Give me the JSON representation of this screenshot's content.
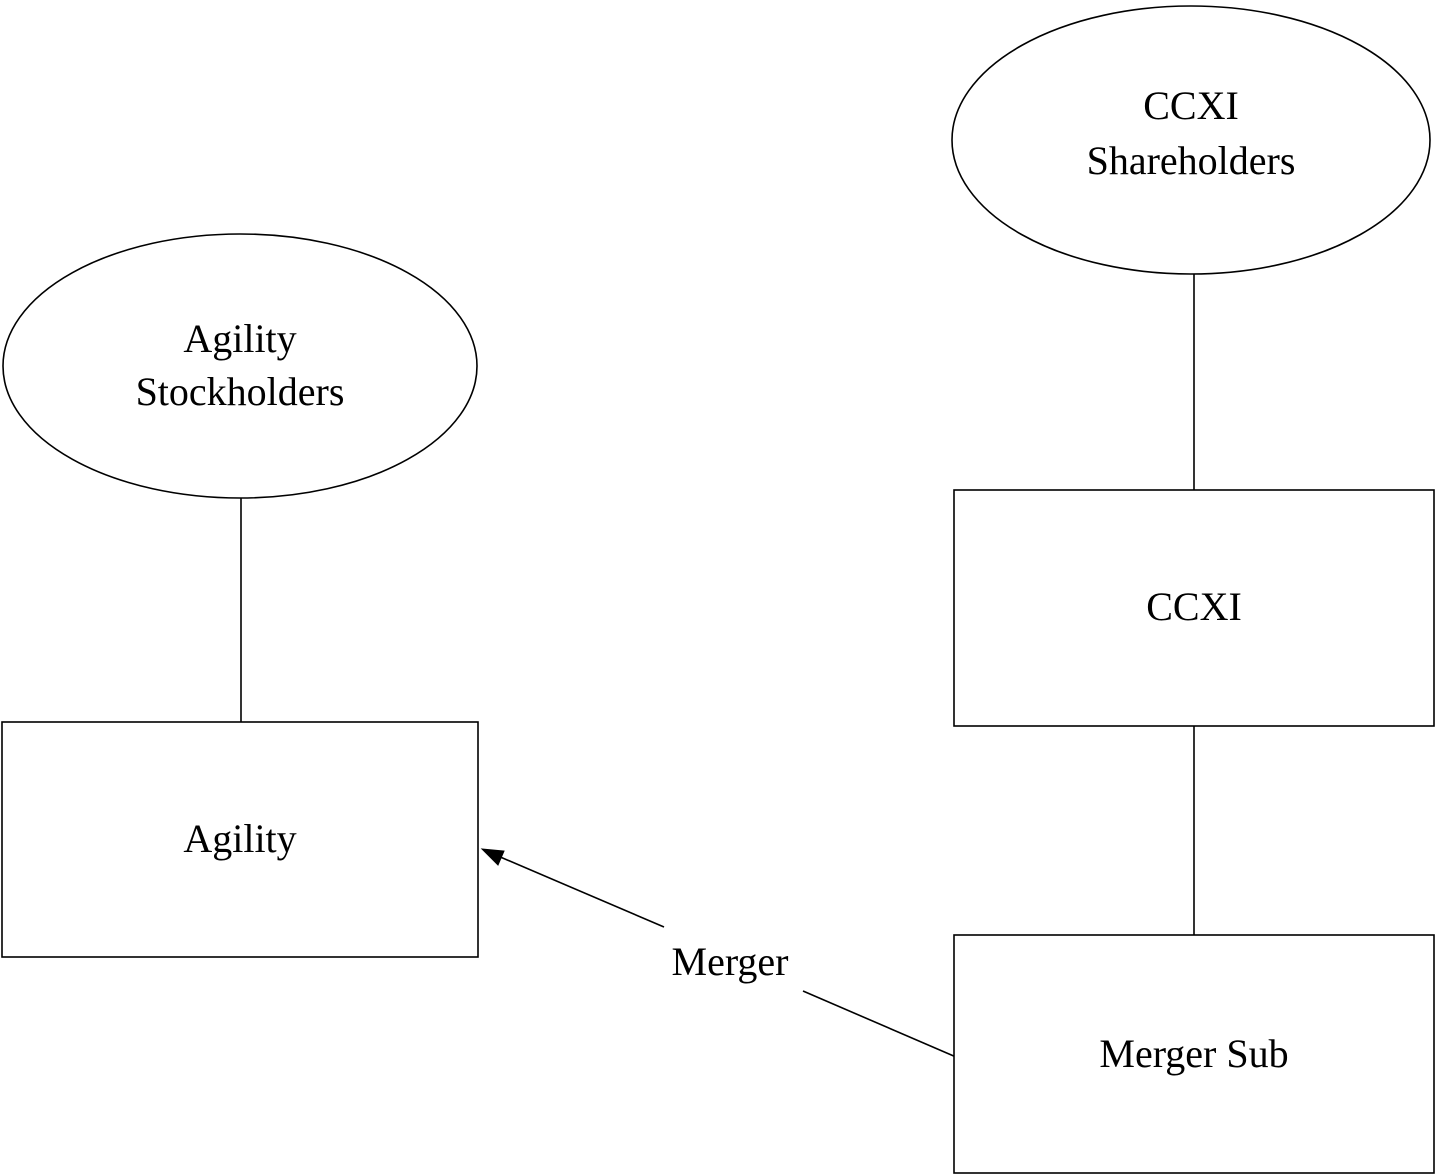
{
  "nodes": {
    "agility_stockholders": {
      "line1": "Agility",
      "line2": "Stockholders"
    },
    "agility": {
      "label": "Agility"
    },
    "ccxi_shareholders": {
      "line1": "CCXI",
      "line2": "Shareholders"
    },
    "ccxi": {
      "label": "CCXI"
    },
    "merger_sub": {
      "label": "Merger Sub"
    }
  },
  "edges": {
    "merger": {
      "label": "Merger"
    }
  },
  "colors": {
    "stroke": "#000000",
    "background": "#ffffff"
  }
}
